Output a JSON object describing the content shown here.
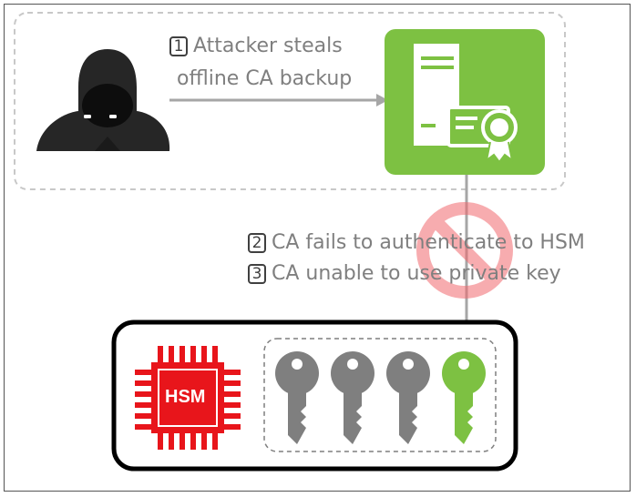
{
  "steps": [
    {
      "number": "1",
      "line1": "Attacker steals",
      "line2": "offline CA backup"
    },
    {
      "number": "2",
      "text": "CA fails to authenticate to HSM"
    },
    {
      "number": "3",
      "text": "CA unable to use private key"
    }
  ],
  "hsm": {
    "label": "HSM"
  },
  "colors": {
    "green": "#7dc142",
    "red": "#e8151b",
    "gray_key": "#7f7f7f",
    "arrow": "#a6a6a6",
    "dashed": "#bfbfbf"
  },
  "icons": [
    "hacker-icon",
    "server-certificate-icon",
    "no-entry-icon",
    "hsm-chip-icon",
    "key-icon"
  ]
}
